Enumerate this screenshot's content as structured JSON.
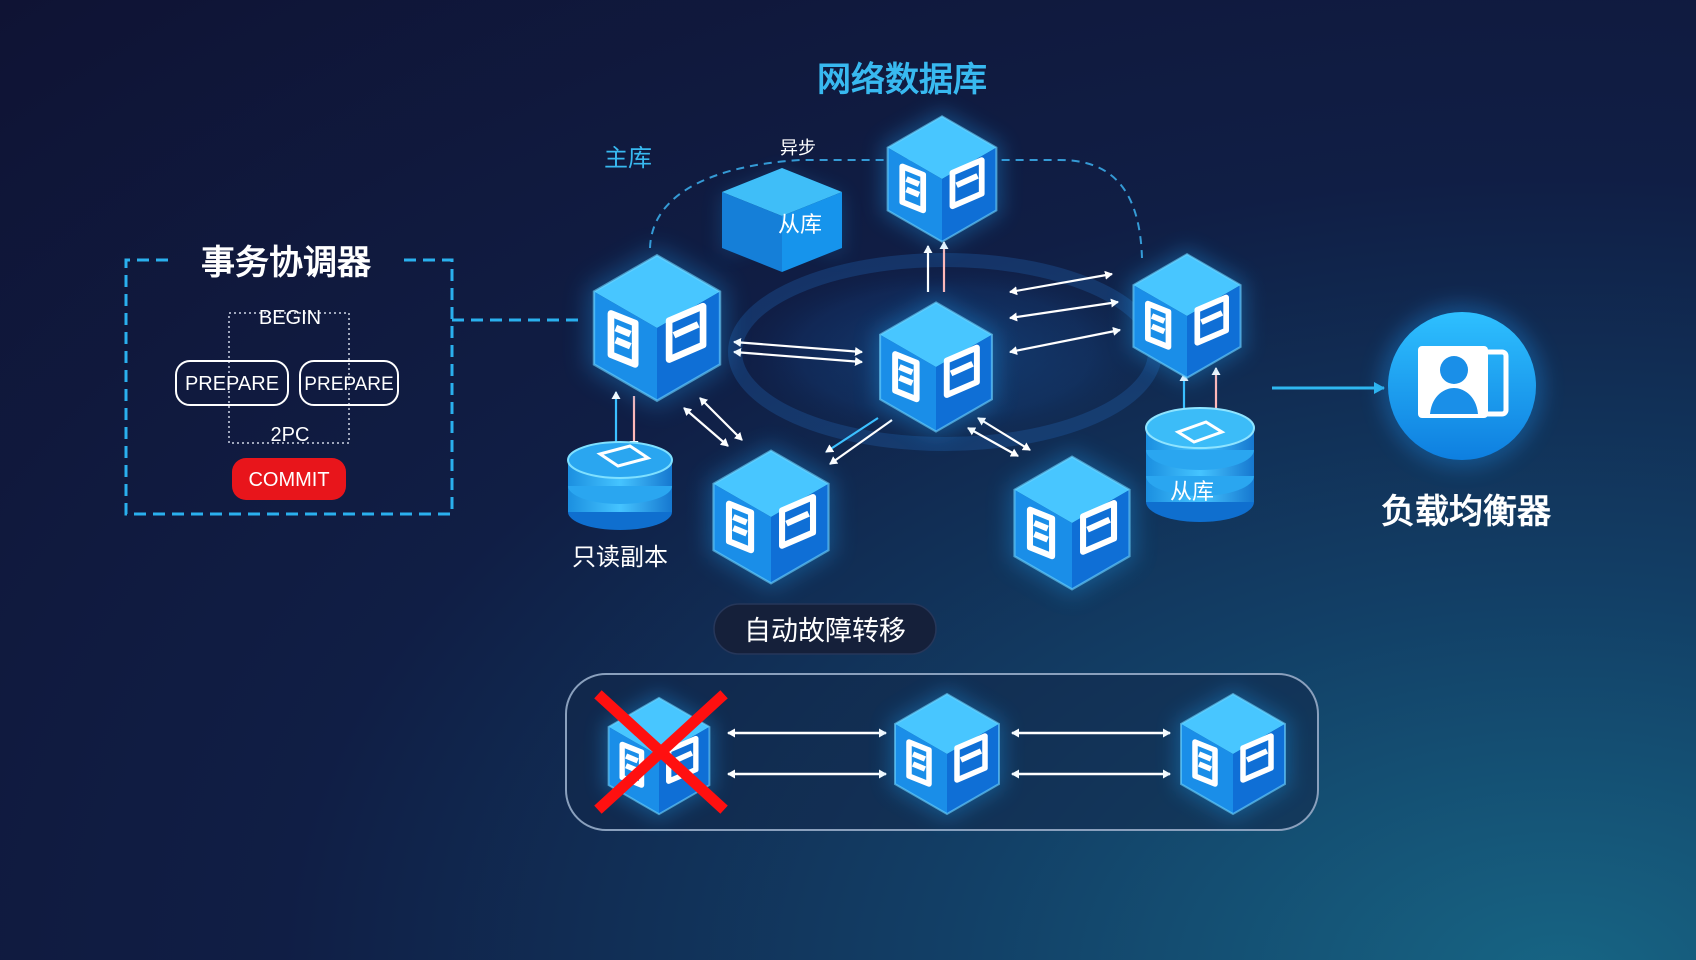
{
  "network": {
    "title": "网络数据库",
    "master_label": "主库",
    "async_label": "异步",
    "replica_top_label": "从库",
    "replica_right_label": "从库",
    "readonly_label": "只读副本"
  },
  "coordinator": {
    "title": "事务协调器",
    "begin": "BEGIN",
    "prepare_left": "PREPARE",
    "prepare_right": "PREPARE",
    "two_pc": "2PC",
    "commit": "COMMIT"
  },
  "load_balancer": {
    "title": "负载均衡器",
    "icon": "user-icon"
  },
  "failover": {
    "title": "自动故障转移"
  },
  "colors": {
    "accent": "#39b8ef",
    "cube_front": "#1a8fe9",
    "cube_top": "#44c3ff",
    "cube_side": "#0c62c8",
    "commit_red": "#e8151b",
    "fail_red": "#ff1010"
  }
}
